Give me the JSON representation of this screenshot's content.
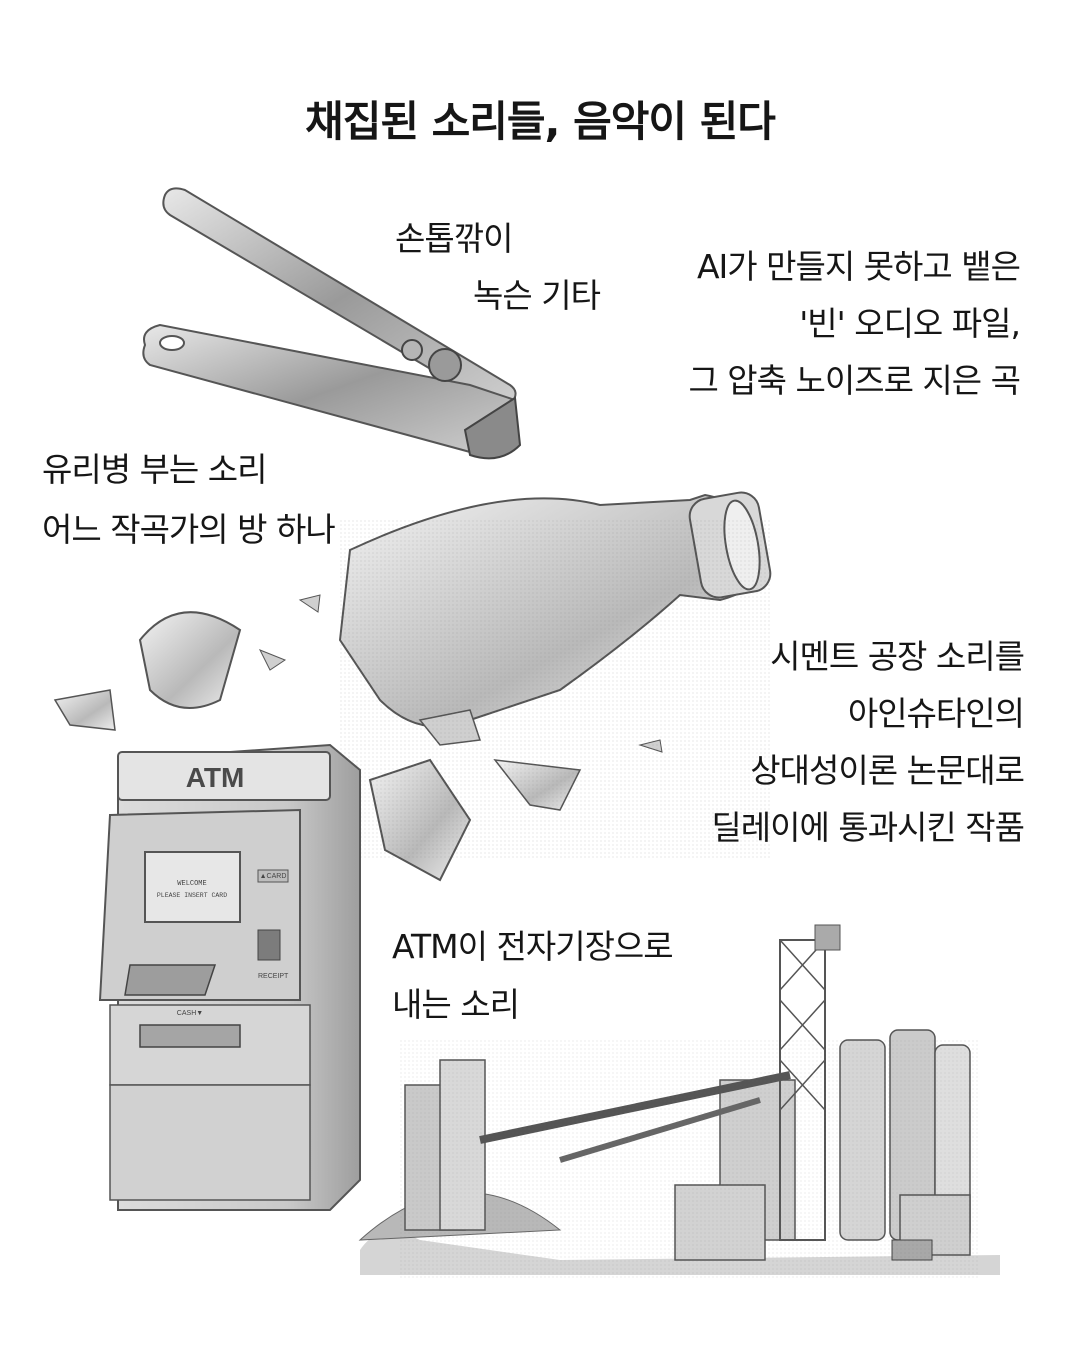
{
  "title": "채집된 소리들, 음악이 된다",
  "captions": {
    "nail_clipper": [
      "손톱깎이",
      "녹슨 기타"
    ],
    "ai_file": [
      "AI가 만들지 못하고 뱉은",
      "'빈' 오디오 파일,",
      "그 압축 노이즈로 지은 곡"
    ],
    "glass_bottle": [
      "유리병 부는 소리",
      "어느 작곡가의 방 하나"
    ],
    "cement_factory": [
      "시멘트 공장 소리를",
      "아인슈타인의",
      "상대성이론 논문대로",
      "딜레이에 통과시킨 작품"
    ],
    "atm": [
      "ATM이 전자기장으로",
      "내는 소리"
    ]
  },
  "illustration_text": {
    "atm_sign": "ATM",
    "screen_line1": "WELCOME",
    "screen_line2": "PLEASE INSERT CARD",
    "card_label": "▲CARD",
    "receipt_label": "RECEIPT",
    "cash_label": "CASH▼"
  },
  "colors": {
    "text": "#161616",
    "ink": "#555555",
    "metal": "#bdbdbd",
    "paper": "#ffffff"
  }
}
